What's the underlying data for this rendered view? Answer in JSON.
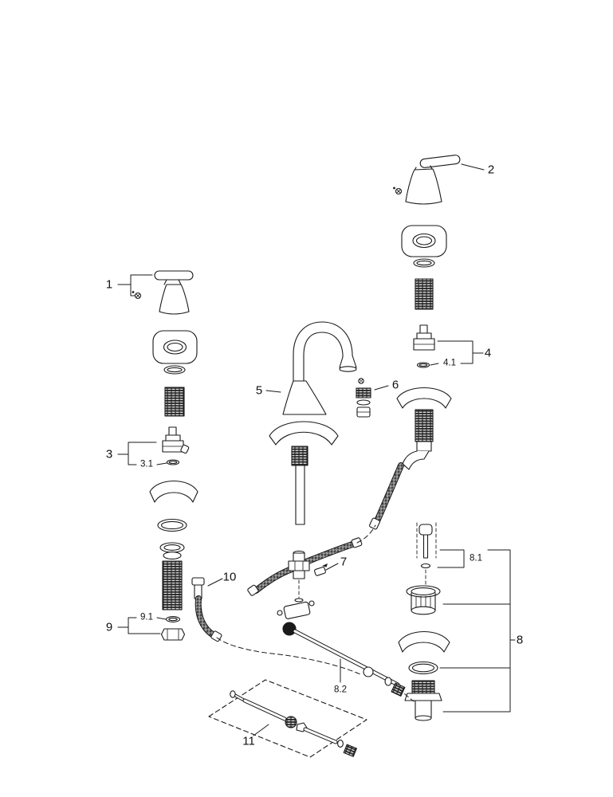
{
  "page": {
    "background": "#ffffff"
  },
  "diagram": {
    "type": "exploded-parts-diagram",
    "subject": "two-handle-widespread-faucet-with-drain",
    "line_color": "#1a1a1a",
    "labels": {
      "l1": "1",
      "l2": "2",
      "l3": "3",
      "l3_1": "3.1",
      "l4": "4",
      "l4_1": "4.1",
      "l5": "5",
      "l6": "6",
      "l7": "7",
      "l8": "8",
      "l8_1": "8.1",
      "l8_2": "8.2",
      "l9": "9",
      "l9_1": "9.1",
      "l10": "10",
      "l11": "11"
    }
  }
}
